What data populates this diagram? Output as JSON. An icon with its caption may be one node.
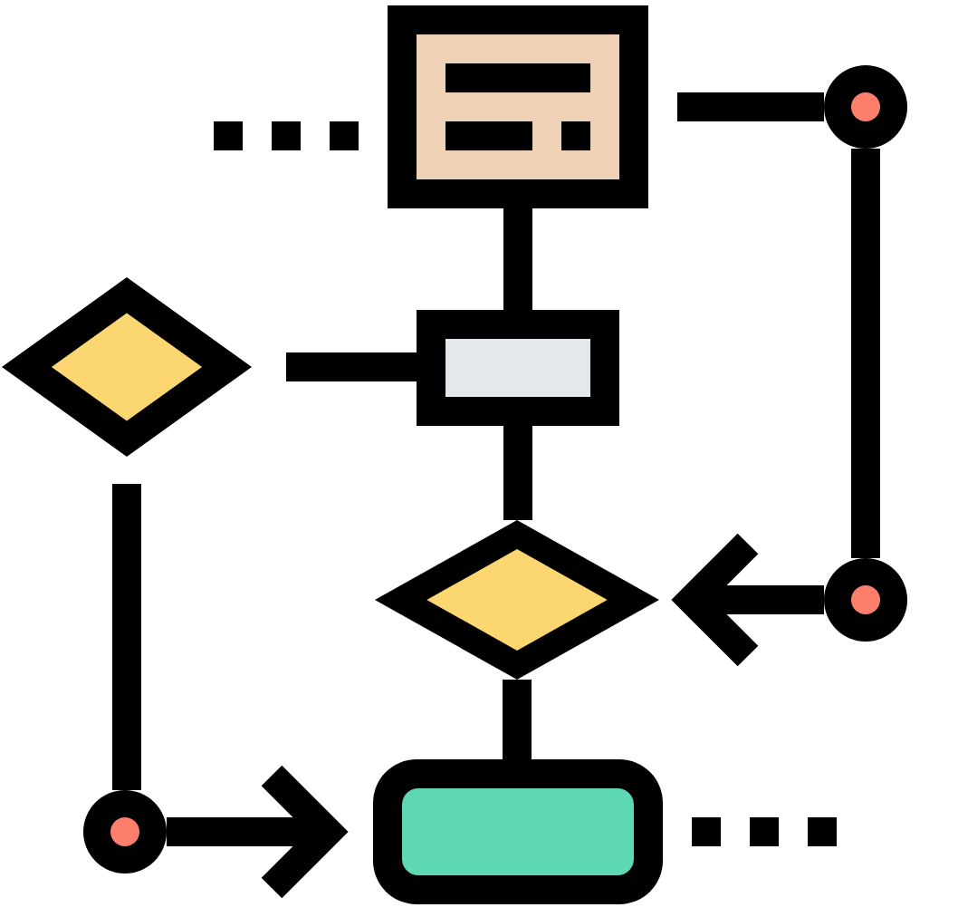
{
  "diagram": {
    "nodes": [
      {
        "text": [],
        "shape": "box"
      },
      {
        "text": [],
        "shape": "circle"
      },
      {
        "text": [],
        "shape": "diamond"
      },
      {
        "text": [],
        "shape": "box"
      },
      {
        "text": [],
        "shape": "diamond"
      },
      {
        "text": [],
        "shape": "circle"
      },
      {
        "text": [],
        "shape": "box"
      },
      {
        "text": [],
        "shape": "circle"
      }
    ],
    "edges": [
      {
        "from": 0,
        "to": 3,
        "arrow": "none"
      },
      {
        "from": 3,
        "to": 4,
        "arrow": "none"
      },
      {
        "from": 4,
        "to": 6,
        "arrow": "none"
      },
      {
        "from": 2,
        "to": 3,
        "arrow": "none"
      },
      {
        "from": 0,
        "to": 1,
        "arrow": "none"
      },
      {
        "from": 1,
        "to": 5,
        "arrow": "none"
      },
      {
        "from": 5,
        "to": 4,
        "arrow": "to"
      },
      {
        "from": 2,
        "to": 7,
        "arrow": "none"
      },
      {
        "from": 7,
        "to": 6,
        "arrow": "to"
      }
    ]
  }
}
